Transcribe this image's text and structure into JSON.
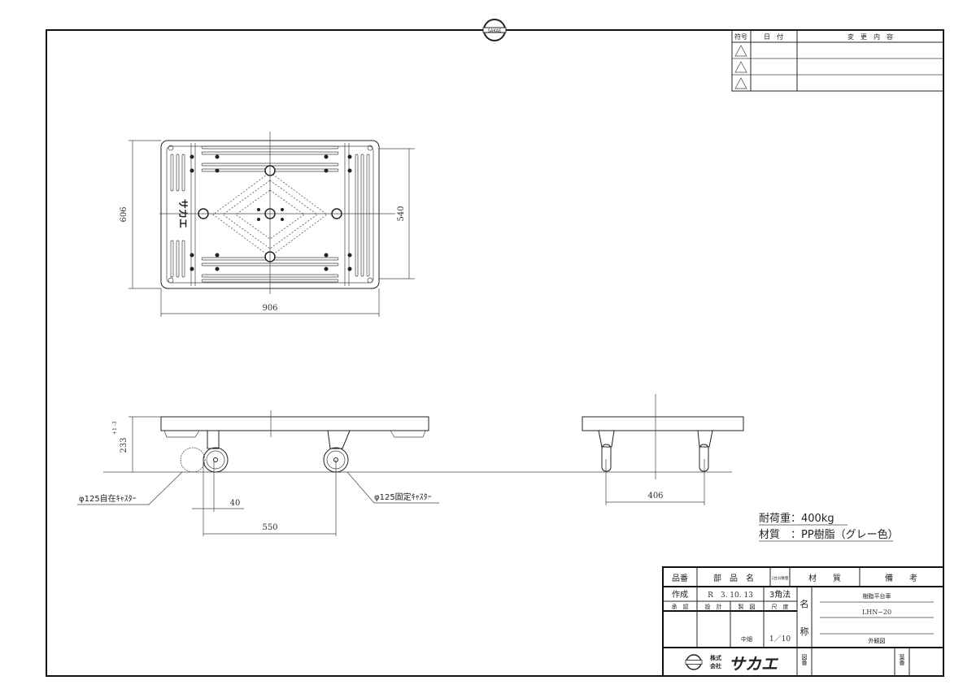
{
  "revision_table": {
    "headers": [
      "符号",
      "日　付",
      "変　更　内　容"
    ],
    "rows": 3
  },
  "top_view": {
    "dim_width": "906",
    "dim_depth": "606",
    "dim_inner": "540",
    "plate_marking": "サカエ"
  },
  "side_view": {
    "dim_height": "233",
    "dim_height_tol": "+1 -3",
    "dim_offset": "40",
    "dim_wheelbase": "550",
    "label_swivel": "φ125自在ｷｬｽﾀｰ",
    "label_fixed": "φ125固定ｷｬｽﾀｰ"
  },
  "front_view": {
    "dim_track": "406"
  },
  "notes": {
    "load": "耐荷重：400kg",
    "material": "材質　：PP樹脂（グレー色）"
  },
  "title_block": {
    "h_part_no": "品番",
    "h_part_name": "部　品　名",
    "h_qty": "1台分数量",
    "h_material": "材　　質",
    "h_remarks": "備　　考",
    "created_label": "作成",
    "created_date": "R　3. 10. 13",
    "projection": "3角法",
    "approve": "承　認",
    "design": "設　計",
    "draft": "製　図",
    "scale_label": "尺　度",
    "drafter": "中畑",
    "scale": "1／10",
    "name_label_1": "名",
    "name_label_2": "称",
    "name_line1": "樹脂平台車",
    "name_line2": "LHN−20",
    "name_line3": "外観図",
    "company_kabu": "株式",
    "company_kaisha": "会社",
    "company": "サカエ",
    "drawing_no_label": "図番",
    "sheet_label": "葉番",
    "logo_text": "SAKAE"
  }
}
